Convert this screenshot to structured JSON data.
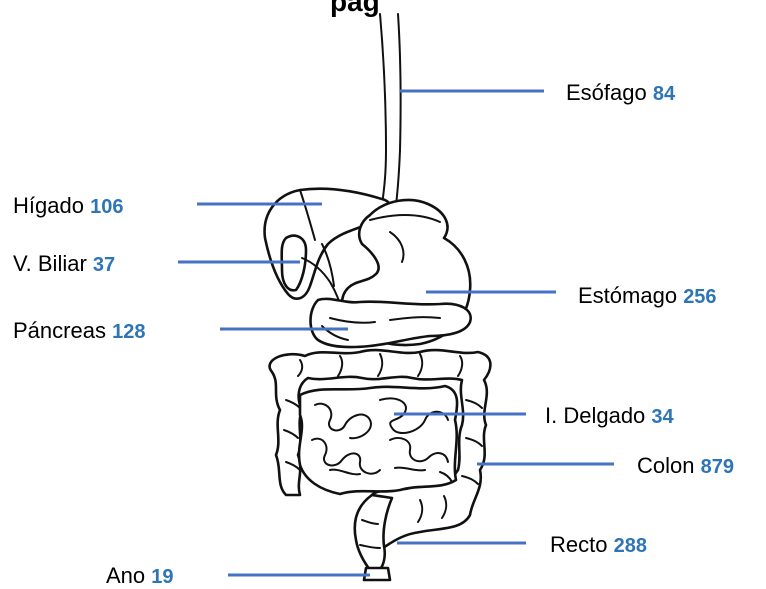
{
  "title": "…pág…",
  "labels": {
    "esofago": {
      "name": "Esófago",
      "value": "84"
    },
    "higado": {
      "name": "Hígado",
      "value": "106"
    },
    "biliar": {
      "name": "V. Biliar",
      "value": "37"
    },
    "estomago": {
      "name": "Estómago",
      "value": "256"
    },
    "pancreas": {
      "name": "Páncreas",
      "value": "128"
    },
    "delgado": {
      "name": "I. Delgado",
      "value": "34"
    },
    "colon": {
      "name": "Colon",
      "value": "879"
    },
    "recto": {
      "name": "Recto",
      "value": "288"
    },
    "ano": {
      "name": "Ano",
      "value": "19"
    }
  },
  "colors": {
    "leader_line": "#4472c4",
    "value_text": "#2e75b6"
  }
}
